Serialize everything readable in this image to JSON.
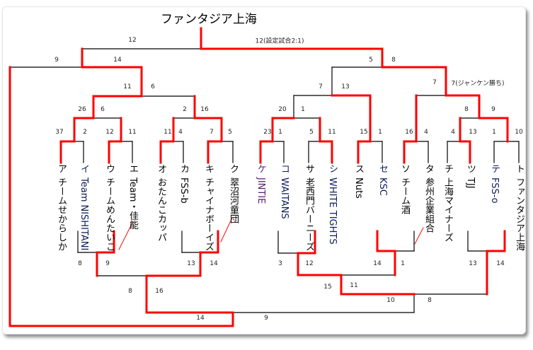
{
  "title": "ファンタジア上海",
  "colors": {
    "winner_line": "#ff0000",
    "loser_line": "#000000"
  },
  "teams": [
    {
      "letter": "ア",
      "name": "チームせからしか",
      "color": "#000000"
    },
    {
      "letter": "イ",
      "name": "Team NISHITANI",
      "color": "#0a1a5a"
    },
    {
      "letter": "ウ",
      "name": "チームめんたいこ",
      "color": "#000000"
    },
    {
      "letter": "エ",
      "name": "Team・佳能",
      "color": "#000000"
    },
    {
      "letter": "オ",
      "name": "おたんこカッパ",
      "color": "#000000"
    },
    {
      "letter": "カ",
      "name": "FSS-b",
      "color": "#000000"
    },
    {
      "letter": "キ",
      "name": "チャイナボーイズ",
      "color": "#000000"
    },
    {
      "letter": "ク",
      "name": "翠沼河童団",
      "color": "#000000"
    },
    {
      "letter": "ケ",
      "name": "JINTIE",
      "color": "#5a1a6a"
    },
    {
      "letter": "コ",
      "name": "WAITANS",
      "color": "#0a1a5a"
    },
    {
      "letter": "サ",
      "name": "老西門バーニーズ",
      "color": "#000000"
    },
    {
      "letter": "シ",
      "name": "WHITE TIGHTS",
      "color": "#0a1a5a"
    },
    {
      "letter": "ス",
      "name": "Nuts",
      "color": "#000000"
    },
    {
      "letter": "セ",
      "name": "KSC",
      "color": "#0a1a5a"
    },
    {
      "letter": "ソ",
      "name": "チーム酒",
      "color": "#000000"
    },
    {
      "letter": "タ",
      "name": "参州企業組合",
      "color": "#000000"
    },
    {
      "letter": "チ",
      "name": "上海マイナーズ",
      "color": "#000000"
    },
    {
      "letter": "ツ",
      "name": "TJJ",
      "color": "#000000"
    },
    {
      "letter": "テ",
      "name": "FSS-o",
      "color": "#0a1a5a"
    },
    {
      "letter": "ト",
      "name": "ファンタジア上海",
      "color": "#000000"
    }
  ],
  "scores": [
    "12",
    "12(設定試合2:1)",
    "9",
    "14",
    "5",
    "8",
    "11",
    "6",
    "7",
    "13",
    "7",
    "7(ジャンケン勝ち)",
    "26",
    "6",
    "2",
    "16",
    "20",
    "1",
    "8",
    "9",
    "37",
    "2",
    "12",
    "11",
    "11",
    "4",
    "7",
    "5",
    "23",
    "1",
    "5",
    "11",
    "15",
    "1",
    "16",
    "4",
    "4",
    "13",
    "1",
    "10",
    "8",
    "9",
    "13",
    "14",
    "3",
    "12",
    "14",
    "1",
    "13",
    "14",
    "8",
    "16",
    "15",
    "11",
    "10",
    "8",
    "14",
    "9"
  ]
}
